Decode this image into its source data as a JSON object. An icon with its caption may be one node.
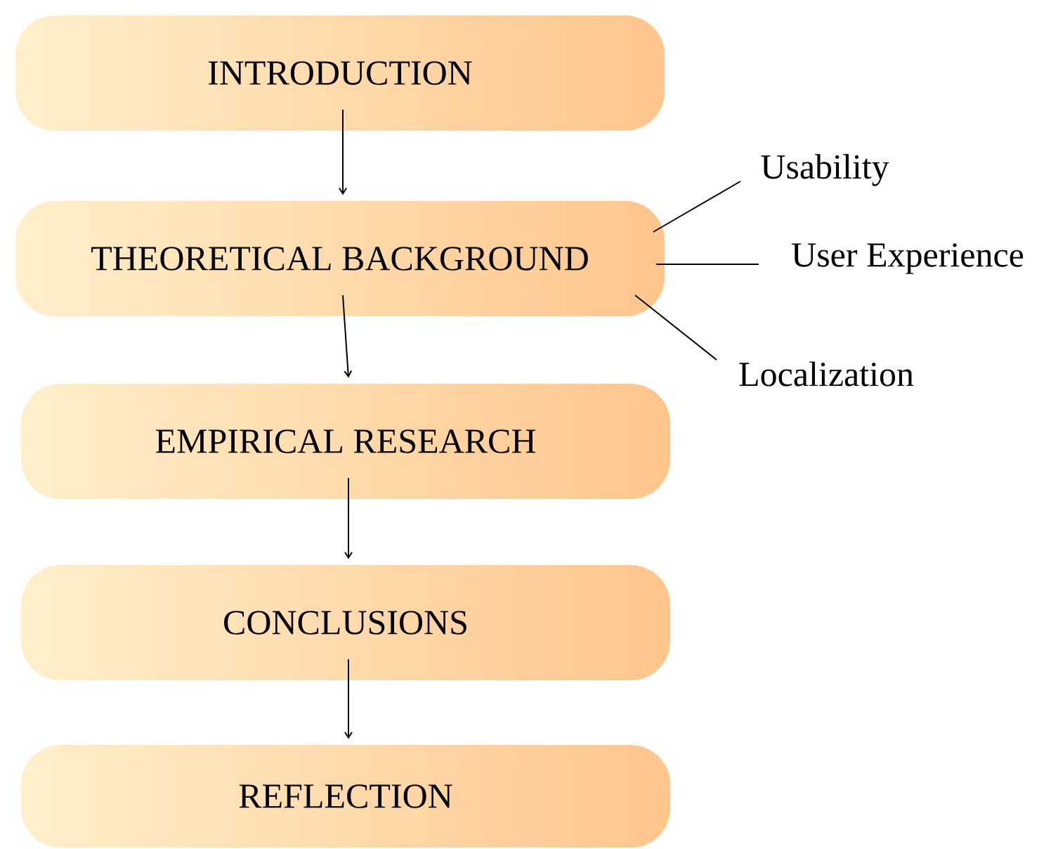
{
  "diagram": {
    "nodes": [
      {
        "text": [
          "INTRODUCTION"
        ]
      },
      {
        "text": [
          "THEORETICAL BACKGROUND"
        ]
      },
      {
        "text": [
          "EMPIRICAL RESEARCH"
        ]
      },
      {
        "text": [
          "CONCLUSIONS"
        ]
      },
      {
        "text": [
          "REFLECTION"
        ]
      },
      {
        "text": [
          "Usability"
        ]
      },
      {
        "text": [
          "User Experience"
        ]
      },
      {
        "text": [
          "Localization"
        ]
      }
    ],
    "edges": [
      {
        "from": 0,
        "to": 1,
        "arrow": "to"
      },
      {
        "from": 1,
        "to": 2,
        "arrow": "to"
      },
      {
        "from": 2,
        "to": 3,
        "arrow": "to"
      },
      {
        "from": 3,
        "to": 4,
        "arrow": "to"
      },
      {
        "from": 1,
        "to": 5,
        "arrow": "none"
      },
      {
        "from": 1,
        "to": 6,
        "arrow": "none"
      },
      {
        "from": 1,
        "to": 7,
        "arrow": "none"
      }
    ]
  }
}
